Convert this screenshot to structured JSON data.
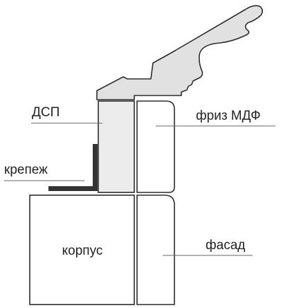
{
  "labels": {
    "dsp": "ДСП",
    "friz": "фриз МДФ",
    "krepezh": "крепеж",
    "korpus": "корпус",
    "fasad": "фасад"
  },
  "colors": {
    "outline": "#2b2b2b",
    "moulding_fill": "#e1e1e1",
    "chipboard_fill": "#ececec",
    "bracket_fill": "#333333",
    "leader_line": "#666666",
    "text": "#222222"
  }
}
